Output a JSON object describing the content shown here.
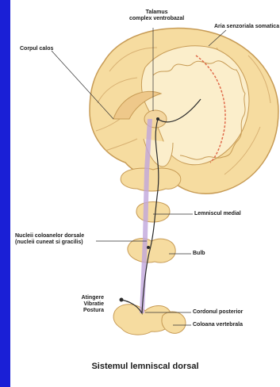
{
  "labels": {
    "thalamus_line1": "Talamus",
    "thalamus_line2": "complex ventrobazal",
    "somatosensory": "Aria senzoriala somatica I",
    "corpus_callosum": "Corpul calos",
    "medial_lemniscus": "Lemniscul medial",
    "dorsal_nuclei_line1": "Nucleii coloanelor dorsale",
    "dorsal_nuclei_line2": "(nucleii cuneat si gracilis)",
    "medulla": "Bulb",
    "touch": "Atingere",
    "vibration": "Vibratie",
    "posture": "Postura",
    "posterior_cord": "Cordonul posterior",
    "spinal_column": "Coloana vertebrala"
  },
  "caption": "Sistemul lemniscal dorsal",
  "colors": {
    "background": "#1a1fd6",
    "brain_fill": "#f6dca0",
    "brain_stroke": "#c79b55",
    "pathway": "#c0a6dc",
    "highlight": "#e06a4a"
  }
}
